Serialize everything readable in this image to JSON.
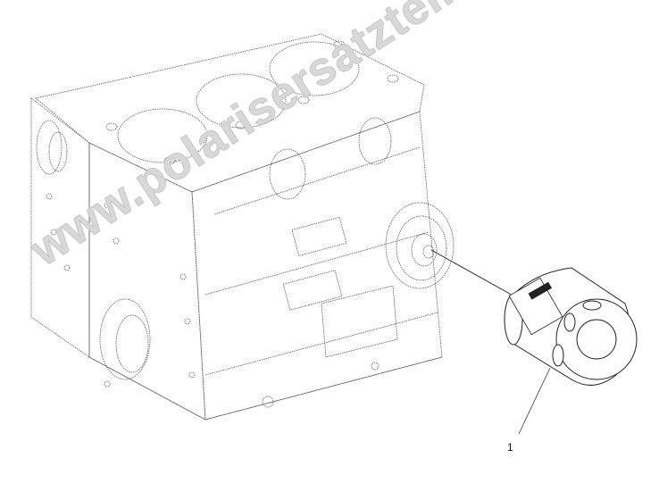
{
  "diagram": {
    "type": "exploded-parts-diagram",
    "subject": "engine block with oil filter",
    "parts": [
      {
        "callout": "1",
        "name": "oil filter"
      }
    ],
    "watermark": "www.polarisersatzteile.de",
    "colors": {
      "line": "#333333",
      "watermark": "#d6d6d6",
      "background": "#ffffff"
    }
  }
}
